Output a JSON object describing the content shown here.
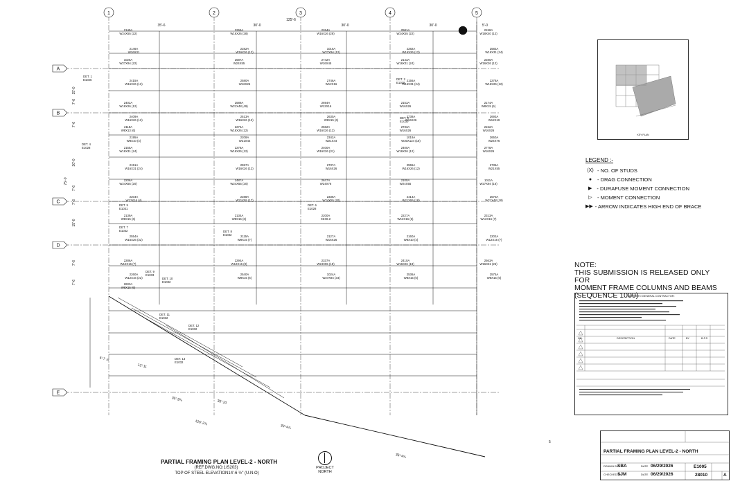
{
  "drawing": {
    "title": "PARTIAL FRAMING PLAN LEVEL-2 - NORTH",
    "ref": "(REF.DWG.NO:1/S203)",
    "tos": "TOP OF STEEL ELEVATION14'-6 ½\" (U.N.O)",
    "north_label_1": "PROJECT",
    "north_label_2": "NORTH",
    "page_marker": "5"
  },
  "grid": {
    "columns": [
      "1",
      "2",
      "3",
      "4",
      "5"
    ],
    "rows": [
      "A",
      "B",
      "C",
      "D",
      "E"
    ],
    "overall_dim": "125'-6",
    "bay_dims": [
      "35'-6",
      "30'-0",
      "30'-0",
      "30'-0",
      "5'-0"
    ]
  },
  "legend": {
    "title": "LEGEND :-",
    "items": [
      {
        "symbol": "(X)",
        "text": "- NO. OF STUDS"
      },
      {
        "symbol": "●",
        "text": "- DRAG CONNECTION"
      },
      {
        "symbol": "▶",
        "text": "- DURAFUSE MOMENT CONNECTION"
      },
      {
        "symbol": "▷",
        "text": "- MOMENT CONNECTION"
      },
      {
        "symbol": "▶▶",
        "text": "- ARROW INDICATES HIGH END OF BRACE"
      }
    ]
  },
  "note": {
    "heading": "NOTE:",
    "line1": "THIS SUBMISSION IS RELEASED ONLY FOR",
    "line2": "MOMENT FRAME COLUMNS AND BEAMS",
    "line3": "(SEQUENCE 1000)"
  },
  "key_plan": {
    "label": "KEY PLAN"
  },
  "general_notes": {
    "title": "NOTES TO GENERAL CONTRACTOR:",
    "table_headers": [
      "NO.",
      "DESCRIPTION",
      "DATE",
      "BY",
      "B.P.S"
    ]
  },
  "title_block": {
    "title": "PARTIAL FRAMING PLAN LEVEL-2 - NORTH",
    "drawn_by": "SBA",
    "checked_by": "SJM",
    "date1": "06/29/2026",
    "date2": "06/29/2026",
    "sheet": "E1005",
    "job": "28010",
    "rev": "A"
  },
  "members": [
    {
      "mark": "2149A",
      "size": "W24X55 (22)"
    },
    {
      "mark": "2265A",
      "size": "W16X26 (28)"
    },
    {
      "mark": "2264A",
      "size": "W16X26 (28)"
    },
    {
      "mark": "2581A",
      "size": "W24X55 (22)"
    },
    {
      "mark": "2158A",
      "size": "W18X40 (12)"
    },
    {
      "mark": "2146A",
      "size": "W16X31"
    },
    {
      "mark": "2282A",
      "size": "W16X26 (12)"
    },
    {
      "mark": "1016A",
      "size": "W27X94 (12)"
    },
    {
      "mark": "2282A",
      "size": "W16X26 (12)"
    },
    {
      "mark": "2582A",
      "size": "W16X31 (24)"
    },
    {
      "mark": "1026A",
      "size": "W27X94 (22)"
    },
    {
      "mark": "2587A",
      "size": "W24X55"
    },
    {
      "mark": "2742A",
      "size": "W16X45"
    },
    {
      "mark": "2143A",
      "size": "W16X31 (24)"
    },
    {
      "mark": "2280A",
      "size": "W16X26 (12)"
    },
    {
      "mark": "2415A",
      "size": "W16X26 (12)"
    },
    {
      "mark": "2580A",
      "size": "W16X26"
    },
    {
      "mark": "2746A",
      "size": "W12X16"
    },
    {
      "mark": "2156A",
      "size": "W16X31 (24)"
    },
    {
      "mark": "2278A",
      "size": "W16X26 (12)"
    },
    {
      "mark": "2402A",
      "size": "W16X26 (12)"
    },
    {
      "mark": "2589A",
      "size": "W21X48 (49)"
    },
    {
      "mark": "2694A",
      "size": "W12X16"
    },
    {
      "mark": "2153A",
      "size": "W16X26"
    },
    {
      "mark": "2174A",
      "size": "W8X15 (6)"
    },
    {
      "mark": "2409A",
      "size": "W16X26 (12)"
    },
    {
      "mark": "2513A",
      "size": "W16X26 (12)"
    },
    {
      "mark": "2630A",
      "size": "W8X15 (6)"
    },
    {
      "mark": "2738A",
      "size": "W16X26"
    },
    {
      "mark": "2693A",
      "size": "W12X19"
    },
    {
      "mark": "2118A",
      "size": "W8X13 (6)"
    },
    {
      "mark": "2274A",
      "size": "W16X26 (12)"
    },
    {
      "mark": "2562A",
      "size": "W16X26 (12)"
    },
    {
      "mark": "2733A",
      "size": "W16X26"
    },
    {
      "mark": "2152A",
      "size": "W16X26"
    },
    {
      "mark": "2195A",
      "size": "W8X10 (4)"
    },
    {
      "mark": "2208A",
      "size": "W21X44"
    },
    {
      "mark": "2342A",
      "size": "W21X44"
    },
    {
      "mark": "1019A",
      "size": "W30X124 (18)"
    },
    {
      "mark": "2650A",
      "size": "W24X76"
    },
    {
      "mark": "2155A",
      "size": "W16X31 (24)"
    },
    {
      "mark": "2278A",
      "size": "W16X26 (12)"
    },
    {
      "mark": "2400A",
      "size": "W16X26 (31)"
    },
    {
      "mark": "2400A",
      "size": "W16X26 (12)"
    },
    {
      "mark": "2778A",
      "size": "W16X26"
    },
    {
      "mark": "2151A",
      "size": "W16X31 (24)"
    },
    {
      "mark": "2557A",
      "size": "W16X26 (12)"
    },
    {
      "mark": "2737A",
      "size": "W16X26"
    },
    {
      "mark": "2555A",
      "size": "W16X26 (12)"
    },
    {
      "mark": "2736A",
      "size": "W21X55"
    },
    {
      "mark": "2206A",
      "size": "W24X55 (20)"
    },
    {
      "mark": "2487A",
      "size": "W24X55 (20)"
    },
    {
      "mark": "2647A",
      "size": "W24X76"
    },
    {
      "mark": "2100A",
      "size": "W24X55"
    },
    {
      "mark": "1011A",
      "size": "W27X94 (16)"
    },
    {
      "mark": "2204A",
      "size": "W12X16 (4)"
    },
    {
      "mark": "2288A",
      "size": "W21X55 (17)"
    },
    {
      "mark": "2339A",
      "size": "W24X55 (20)"
    },
    {
      "mark": "2414A",
      "size": "W21X55 (18)"
    },
    {
      "mark": "2570A",
      "size": "W21X48 (18)"
    },
    {
      "mark": "2139A",
      "size": "W8X15 (6)"
    },
    {
      "mark": "2134A",
      "size": "W8X15 (6)"
    },
    {
      "mark": "2200A",
      "size": "C6X8.2"
    },
    {
      "mark": "2227A",
      "size": "W12X16 (6)"
    },
    {
      "mark": "2313A",
      "size": "W12X16 (7)"
    },
    {
      "mark": "2554A",
      "size": "W16X26 (32)"
    },
    {
      "mark": "2115A",
      "size": "W8X15 (7)"
    },
    {
      "mark": "2127A",
      "size": "W16X26"
    },
    {
      "mark": "2160A",
      "size": "W8X10 (4)"
    },
    {
      "mark": "2202A",
      "size": "W12X16 (7)"
    },
    {
      "mark": "2286A",
      "size": "W12X16 (7)"
    },
    {
      "mark": "2294A",
      "size": "W12X16 (8)"
    },
    {
      "mark": "2337A",
      "size": "W24X55 (18)"
    },
    {
      "mark": "2410A",
      "size": "W16X26 (18)"
    },
    {
      "mark": "2563A",
      "size": "W16X31 (26)"
    },
    {
      "mark": "2260A",
      "size": "W12X16 (22)"
    },
    {
      "mark": "2540A",
      "size": "W8X15 (6)"
    },
    {
      "mark": "1024A",
      "size": "W27X94 (34)"
    },
    {
      "mark": "2536A",
      "size": "W8X15 (6)"
    },
    {
      "mark": "2575A",
      "size": "W8X15 (6)"
    },
    {
      "mark": "2603A",
      "size": "W8X15 (6)"
    }
  ],
  "details": [
    "DET. 1 E1026",
    "DET. 2 E1029",
    "DET. 3 E1030",
    "DET. 4 E1028",
    "DET. 5 E1031",
    "DET. 6 E1028",
    "DET. 7 E1032",
    "DET. 8 E1032",
    "DET. 9 E1033",
    "DET. 10 E1032",
    "DET. 11 E1032",
    "DET. 12 E1032",
    "DET. 13 E1032"
  ],
  "dims_left": [
    "15'-0",
    "7'-6",
    "7'-6",
    "30'-0",
    "7'-6",
    "7'-6",
    "75'-0",
    "15'-0",
    "7'-6",
    "7'-6"
  ],
  "dims_diag": [
    "6'-7 ⅞",
    "12'-11",
    "35'-3⅜",
    "35'-10",
    "126'-2⅝",
    "30'-4⅞",
    "35'-4⅝"
  ]
}
